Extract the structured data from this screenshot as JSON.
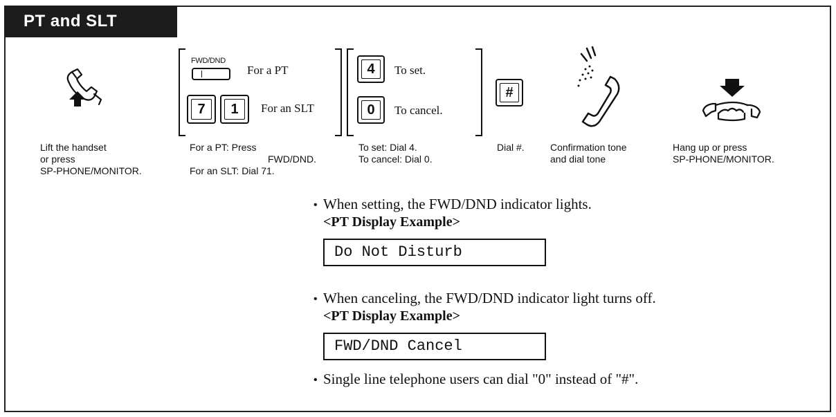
{
  "header": {
    "title": "PT and SLT"
  },
  "steps": {
    "lift": {
      "caption_lines": [
        "Lift the handset",
        "or press",
        "SP-PHONE/MONITOR."
      ]
    },
    "press_fwd": {
      "button_label": "FWD/DND",
      "pt_label": "For a PT",
      "slt_label": "For an SLT",
      "key_7": "7",
      "key_1": "1",
      "caption_line1": "For a PT: Press",
      "caption_line2": "FWD/DND.",
      "caption_line3": "For an SLT: Dial 71."
    },
    "set_cancel": {
      "key_4": "4",
      "key_0": "0",
      "set_label": "To set.",
      "cancel_label": "To cancel.",
      "caption_line1": "To set: Dial 4.",
      "caption_line2": "To cancel: Dial 0."
    },
    "dial_hash": {
      "key": "#",
      "caption": "Dial #."
    },
    "confirm": {
      "caption_line1": "Confirmation tone",
      "caption_line2": "and dial tone"
    },
    "hangup": {
      "caption_line1": "Hang up or press",
      "caption_line2": "SP-PHONE/MONITOR."
    }
  },
  "notes": {
    "set_note": "When setting, the FWD/DND indicator lights.",
    "display_example_1": "<PT Display Example>",
    "display_1": "Do Not Disturb",
    "cancel_note": "When canceling, the FWD/DND indicator light turns off.",
    "display_example_2": "<PT Display Example>",
    "display_2": "FWD/DND Cancel",
    "slt_note": "Single line telephone users can dial \"0\" instead of \"#\"."
  }
}
